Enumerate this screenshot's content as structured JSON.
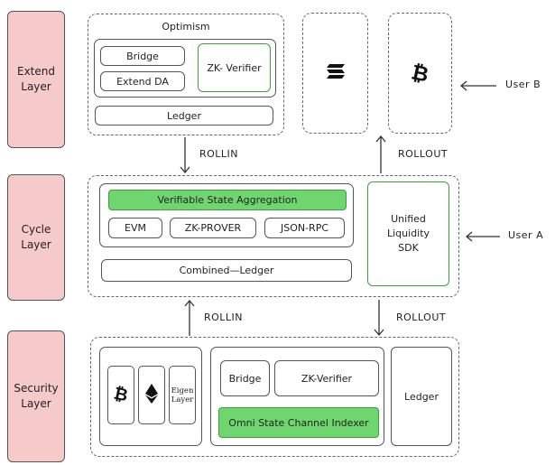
{
  "layers": {
    "extend": "Extend\nLayer",
    "cycle": "Cycle\nLayer",
    "security": "Security\nLayer"
  },
  "extend_layer": {
    "title": "Optimism",
    "bridge": "Bridge",
    "extend_da": "Extend DA",
    "zk_verifier": "ZK- Verifier",
    "ledger": "Ledger"
  },
  "icons": {
    "solana": "solana-icon",
    "bitcoin": "bitcoin-icon",
    "ethereum": "ethereum-icon",
    "eigenlayer": "eigenlayer-logo"
  },
  "eigenlayer_logo_text": [
    "Eigen",
    "Layer"
  ],
  "cycle_layer": {
    "aggregation": "Verifiable State Aggregation",
    "evm": "EVM",
    "zk_prover": "ZK-PROVER",
    "json_rpc": "JSON-RPC",
    "combined_ledger": "Combined—Ledger",
    "sdk": "Unified\nLiquidity\nSDK"
  },
  "security_layer": {
    "bridge": "Bridge",
    "zk_verifier": "ZK-Verifier",
    "indexer": "Omni State Channel Indexer",
    "ledger": "Ledger"
  },
  "flows": {
    "rollin_top": "ROLLIN",
    "rollout_top": "ROLLOUT",
    "rollin_bottom": "ROLLIN",
    "rollout_bottom": "ROLLOUT"
  },
  "users": {
    "user_b": "User B",
    "user_a": "User A"
  }
}
